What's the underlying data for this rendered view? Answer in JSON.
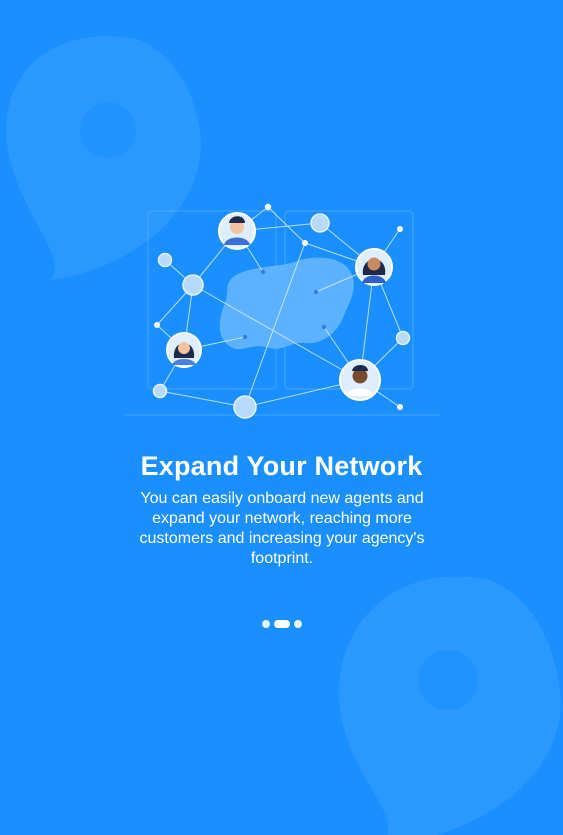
{
  "onboarding": {
    "title": "Expand Your Network",
    "description": "You can easily onboard new agents and expand your network, reaching more customers and increasing your agency's footprint.",
    "illustration_icon": "network-map-illustration",
    "pager": {
      "total": 3,
      "active_index": 1
    }
  },
  "colors": {
    "background": "#1a8fff",
    "accent_light": "#8ec8ff",
    "map_fill": "#5cb2ff",
    "text": "#ffffff"
  }
}
